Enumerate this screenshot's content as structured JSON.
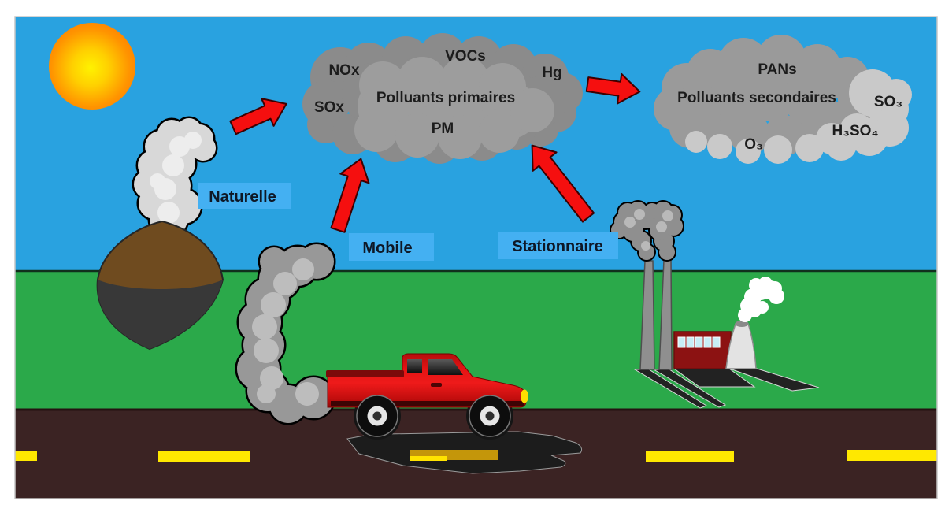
{
  "clouds": {
    "primary": {
      "title": "Polluants primaires",
      "nox": "NOx",
      "vocs": "VOCs",
      "hg": "Hg",
      "sox": "SOx",
      "pm": "PM"
    },
    "secondary": {
      "title": "Polluants secondaires",
      "pans": "PANs",
      "so3": "SO₃",
      "h3so4": "H₃SO₄",
      "o3": "O₃"
    }
  },
  "source_labels": {
    "naturelle": "Naturelle",
    "mobile": "Mobile",
    "stationnaire": "Stationnaire"
  },
  "colors": {
    "sky": "#29A2E0",
    "grass": "#2BA94A",
    "road": "#3B2323",
    "road_dash": "#FFE800",
    "road_dash_shadowed": "#C4960A",
    "label_box": "#44B0F2",
    "arrow": "#F50F0F",
    "cloud_primary_dark": "#8B8B8B",
    "cloud_primary_light": "#9D9D9D",
    "cloud_secondary": "#9A9A9A",
    "cloud_secondary_light": "#C9C9C9",
    "sun_center": "#FFF200",
    "sun_edge": "#FF7E00",
    "truck_red": "#DD0E0E",
    "factory_building": "#8C1212",
    "volcano_brown": "#6F4B1F",
    "volcano_dark": "#383838",
    "smoke_light": "#D8D8D8",
    "smoke_gray": "#989898"
  }
}
